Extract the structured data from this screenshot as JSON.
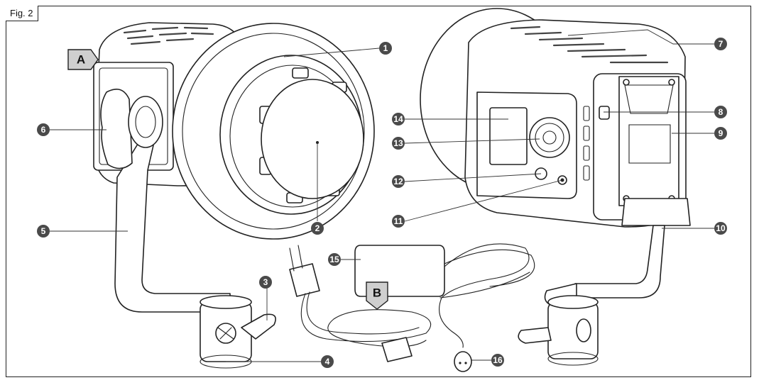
{
  "figure": {
    "label": "Fig. 2",
    "tag_a": "A",
    "tag_b": "B",
    "callouts": [
      "1",
      "2",
      "3",
      "4",
      "5",
      "6",
      "7",
      "8",
      "9",
      "10",
      "11",
      "12",
      "13",
      "14",
      "15",
      "16"
    ]
  },
  "colors": {
    "callout_fill": "#4a4a4a",
    "tag_a_fill": "#cfcfcf",
    "tag_b_fill": "#cfcfcf",
    "line": "#222222"
  }
}
